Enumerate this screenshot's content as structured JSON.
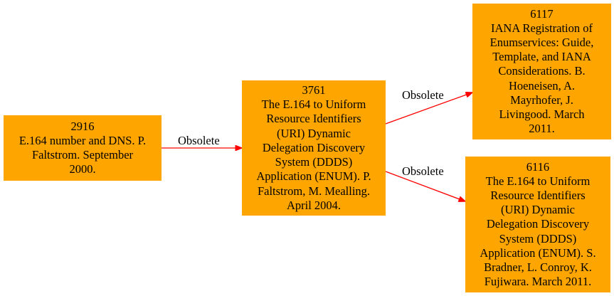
{
  "colors": {
    "node_fill": "#FFA500",
    "edge_color": "#FF0000",
    "text_color": "#000000"
  },
  "nodes": {
    "n2916": {
      "lines": [
        "2916",
        "E.164 number and DNS. P.",
        "Faltstrom. September",
        "2000."
      ]
    },
    "n3761": {
      "lines": [
        "3761",
        "The E.164 to Uniform",
        "Resource Identifiers",
        "(URI) Dynamic",
        "Delegation Discovery",
        "System (DDDS)",
        "Application (ENUM). P.",
        "Faltstrom, M. Mealling.",
        "April 2004."
      ]
    },
    "n6117": {
      "lines": [
        "6117",
        "IANA Registration of",
        "Enumservices: Guide,",
        "Template, and IANA",
        "Considerations. B.",
        "Hoeneisen, A.",
        "Mayrhofer, J.",
        "Livingood. March",
        "2011."
      ]
    },
    "n6116": {
      "lines": [
        "6116",
        "The E.164 to Uniform",
        "Resource Identifiers",
        "(URI) Dynamic",
        "Delegation Discovery",
        "System (DDDS)",
        "Application (ENUM). S.",
        "Bradner, L. Conroy, K.",
        "Fujiwara. March 2011."
      ]
    }
  },
  "edges": {
    "e1": {
      "from": "2916",
      "to": "3761",
      "label": "Obsolete"
    },
    "e2": {
      "from": "3761",
      "to": "6117",
      "label": "Obsolete"
    },
    "e3": {
      "from": "3761",
      "to": "6116",
      "label": "Obsolete"
    }
  }
}
